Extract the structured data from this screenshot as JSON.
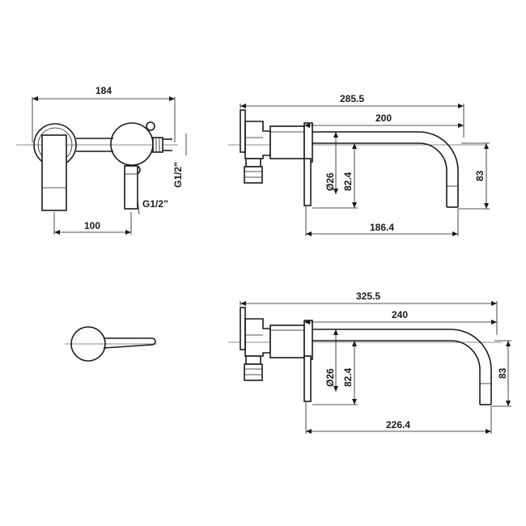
{
  "views": {
    "top_front": {
      "width_label": "184",
      "offset_label": "100",
      "thread_vertical_label": "G1/2”",
      "thread_bottom_label": "G1/2”"
    },
    "top_side": {
      "overall_label": "285.5",
      "spout_label": "200",
      "diameter_label": "Ø26",
      "depth_label": "82.4",
      "height_label": "83",
      "bottom_label": "186.4"
    },
    "bottom_side": {
      "overall_label": "325.5",
      "spout_label": "240",
      "diameter_label": "Ø26",
      "depth_label": "82.4",
      "height_label": "83",
      "bottom_label": "226.4"
    }
  }
}
